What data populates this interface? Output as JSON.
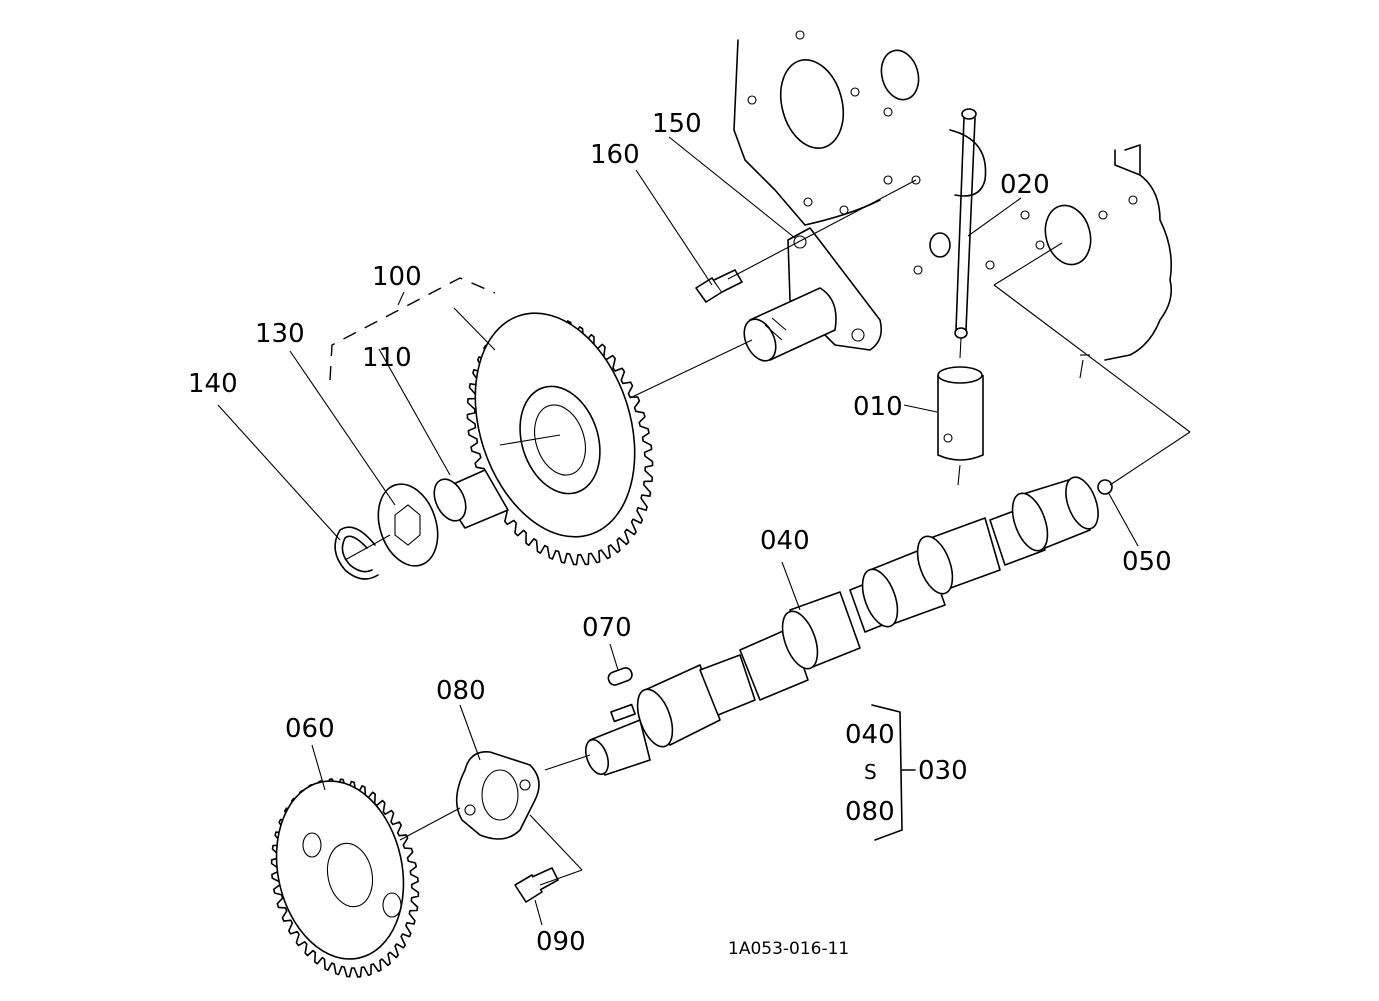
{
  "parts": {
    "p010": "010",
    "p020": "020",
    "p030": "030",
    "p040": "040",
    "p050": "050",
    "p060": "060",
    "p070": "070",
    "p080": "080",
    "p090": "090",
    "p100": "100",
    "p110": "110",
    "p130": "130",
    "p140": "140",
    "p150": "150",
    "p160": "160"
  },
  "group_030": {
    "from": "040",
    "tilde": "S",
    "to": "080",
    "label": "030"
  },
  "drawing_code": "1A053-016-11"
}
